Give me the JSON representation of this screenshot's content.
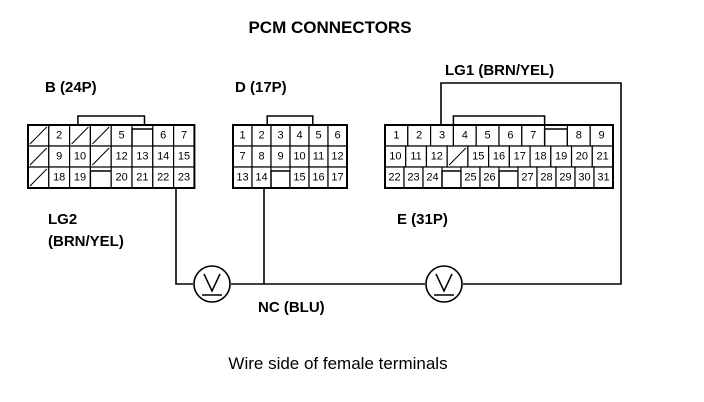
{
  "title": "PCM CONNECTORS",
  "caption": "Wire side of female terminals",
  "connectors": {
    "B": {
      "label": "B (24P)",
      "rows": [
        [
          "",
          "2",
          "",
          "",
          "5",
          "_",
          "6",
          "7"
        ],
        [
          "",
          "9",
          "10",
          "",
          "12",
          "13",
          "14",
          "15"
        ],
        [
          "",
          "18",
          "19",
          "_",
          "20",
          "21",
          "22",
          "23"
        ]
      ]
    },
    "D": {
      "label": "D (17P)",
      "rows": [
        [
          "1",
          "2",
          "3",
          "4",
          "5",
          "6"
        ],
        [
          "7",
          "8",
          "9",
          "10",
          "11",
          "12"
        ],
        [
          "13",
          "14",
          "_",
          "15",
          "16",
          "17"
        ]
      ]
    },
    "E": {
      "label": "E (31P)",
      "rows": [
        [
          "1",
          "2",
          "3",
          "4",
          "5",
          "6",
          "7",
          "_",
          "8",
          "9"
        ],
        [
          "10",
          "11",
          "12",
          "",
          "15",
          "16",
          "17",
          "18",
          "19",
          "20",
          "21"
        ],
        [
          "22",
          "23",
          "24",
          "_",
          "25",
          "26",
          "_",
          "27",
          "28",
          "29",
          "30",
          "31"
        ]
      ]
    }
  },
  "wires": {
    "lg1": "LG1 (BRN/YEL)",
    "lg2_line1": "LG2",
    "lg2_line2": "(BRN/YEL)",
    "nc": "NC (BLU)"
  },
  "meter_symbol": "V"
}
